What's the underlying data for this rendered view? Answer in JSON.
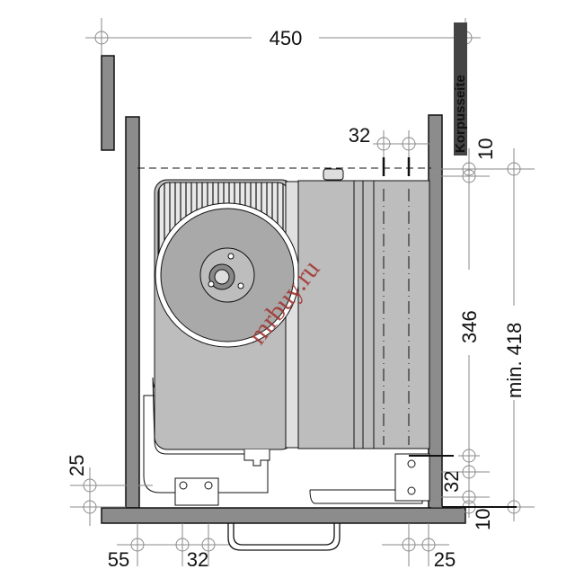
{
  "drawing": {
    "side_label": "Korpusseite",
    "watermark": "mrbuy.ru",
    "dimensions": {
      "width_top": "450",
      "top_pitch": "32",
      "top_offset": "10",
      "height_inner": "346",
      "height_min": "min. 418",
      "left_bottom": "25",
      "right_pitch": "32",
      "bottom_offset": "10",
      "bottom_left": "55",
      "bottom_pitch": "32",
      "bottom_right": "25"
    },
    "colors": {
      "wall": "#8c8c8c",
      "body": "#bdbdbd",
      "drum": "#a9a9a9",
      "watermark": "#a0322d"
    }
  }
}
